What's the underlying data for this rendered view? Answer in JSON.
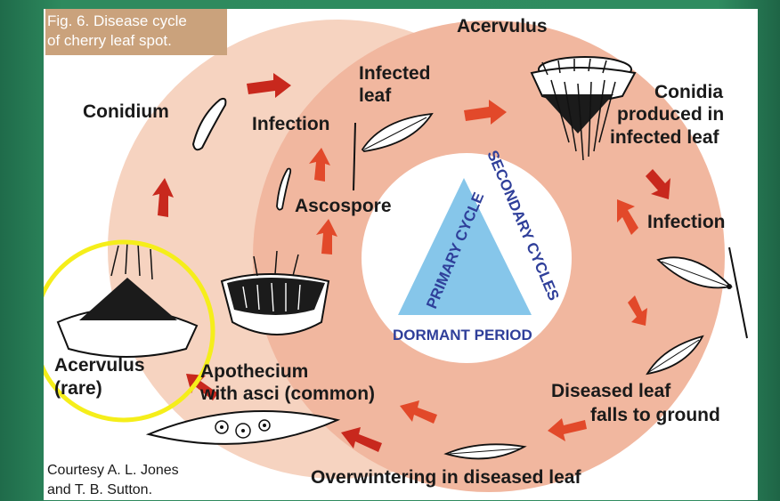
{
  "figure_title": [
    "Fig. 6. Disease cycle",
    "of cherry leaf spot."
  ],
  "triangle": {
    "left": "PRIMARY CYCLE",
    "right": "SECONDARY CYCLES",
    "bottom": "DORMANT PERIOD"
  },
  "labels": {
    "acervulus_top": "Acervulus",
    "conidia": [
      "Conidia",
      "produced in",
      "infected leaf"
    ],
    "infection_right": "Infection",
    "diseased_leaf": [
      "Diseased leaf",
      "falls to ground"
    ],
    "overwintering": "Overwintering in diseased leaf",
    "apothecium": [
      "Apothecium",
      "with asci (common)"
    ],
    "acervulus_rare": [
      "Acervulus",
      "(rare)"
    ],
    "conidium": "Conidium",
    "infection_inner": "Infection",
    "infected_leaf": [
      "Infected",
      "leaf"
    ],
    "ascospore": "Ascospore"
  },
  "credit": [
    "Courtesy A. L. Jones",
    "and T. B. Sutton."
  ],
  "colors": {
    "outer_ring": "#f6d3c0",
    "inner_ring": "#f1b79f",
    "arrow_red": "#c8281d",
    "arrow_orange": "#e2492a",
    "triangle_fill": "#86c6ea",
    "triangle_text": "#2f3f9a",
    "highlight_circle": "#f5ee1a",
    "title_box": "#caa27c"
  },
  "icons": [
    "arrow-icon",
    "leaf-icon",
    "acervulus-icon",
    "apothecium-icon",
    "conidium-icon",
    "ascospore-icon"
  ]
}
